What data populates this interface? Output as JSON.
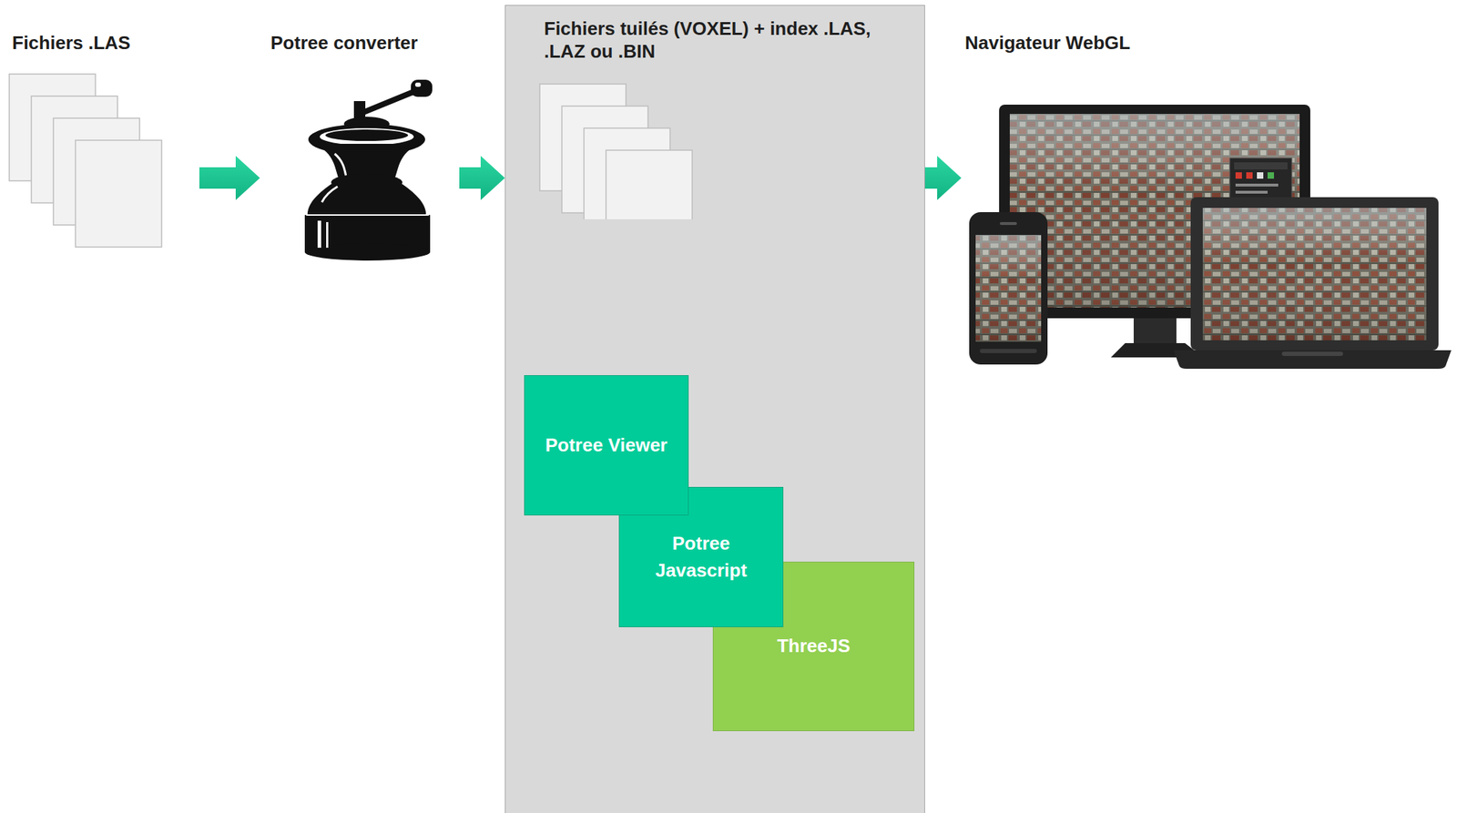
{
  "diagram": {
    "nodes": [
      {
        "text": [
          "Fichiers .LAS"
        ]
      },
      {
        "text": [
          "Potree converter"
        ]
      },
      {
        "text": [
          "Fichiers tuilés (VOXEL) + index .LAS, .LAZ ou .BIN"
        ]
      },
      {
        "text": [
          "Potree Viewer"
        ],
        "in": 2
      },
      {
        "text": [
          "Potree Javascript"
        ],
        "in": 2
      },
      {
        "text": [
          "ThreeJS"
        ],
        "in": 2
      },
      {
        "text": [
          "Navigateur WebGL"
        ]
      }
    ],
    "edges": [
      {
        "from": 0,
        "to": 1,
        "arrow": "to"
      },
      {
        "from": 1,
        "to": 2,
        "arrow": "to"
      },
      {
        "from": 2,
        "to": 6,
        "arrow": "to"
      }
    ]
  }
}
